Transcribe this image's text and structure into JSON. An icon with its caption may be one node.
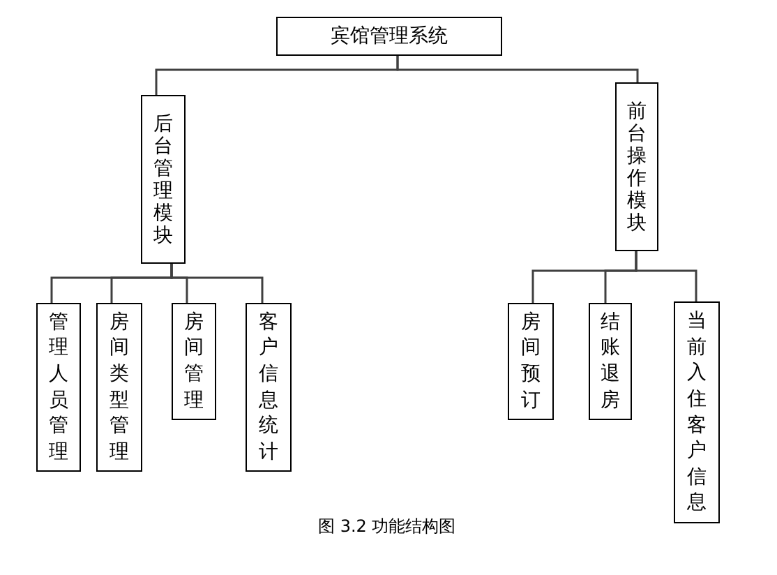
{
  "diagram": {
    "caption": "图 3.2 功能结构图",
    "nodes": [
      {
        "text": [
          "宾馆管理系统"
        ]
      },
      {
        "text": [
          "后台管理模块"
        ]
      },
      {
        "text": [
          "前台操作模块"
        ]
      },
      {
        "text": [
          "管理人员管理"
        ]
      },
      {
        "text": [
          "房间类型管理"
        ]
      },
      {
        "text": [
          "房间管理"
        ]
      },
      {
        "text": [
          "客户信息统计"
        ]
      },
      {
        "text": [
          "房间预订"
        ]
      },
      {
        "text": [
          "结账退房"
        ]
      },
      {
        "text": [
          "当前入住客户信息"
        ]
      }
    ],
    "edges": [
      {
        "from": 0,
        "to": 1,
        "arrow": "none"
      },
      {
        "from": 0,
        "to": 2,
        "arrow": "none"
      },
      {
        "from": 1,
        "to": 3,
        "arrow": "none"
      },
      {
        "from": 1,
        "to": 4,
        "arrow": "none"
      },
      {
        "from": 1,
        "to": 5,
        "arrow": "none"
      },
      {
        "from": 1,
        "to": 6,
        "arrow": "none"
      },
      {
        "from": 2,
        "to": 7,
        "arrow": "none"
      },
      {
        "from": 2,
        "to": 8,
        "arrow": "none"
      },
      {
        "from": 2,
        "to": 9,
        "arrow": "none"
      }
    ]
  }
}
